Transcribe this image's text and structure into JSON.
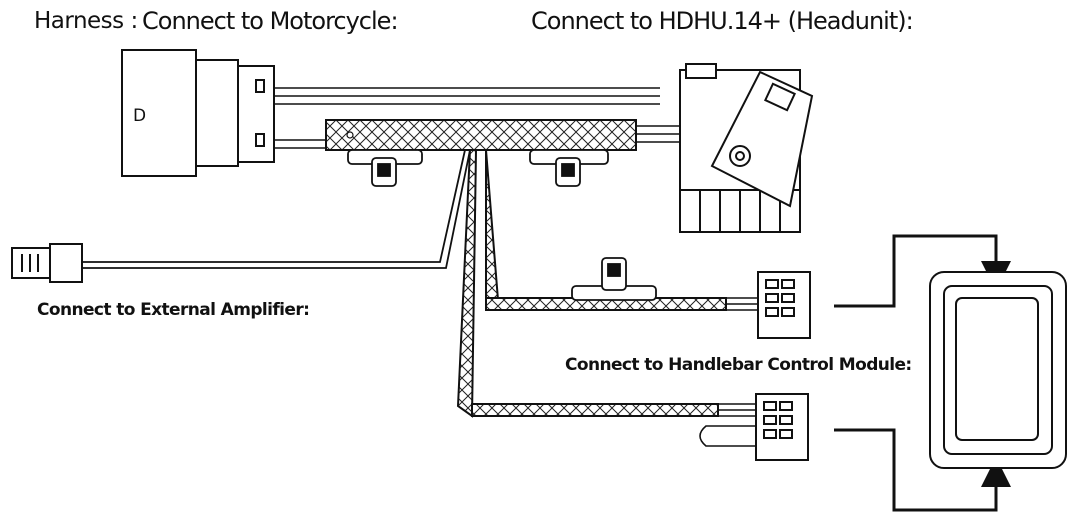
{
  "labels": {
    "harness_prefix": "Harness :",
    "motorcycle": "Connect to Motorcycle:",
    "headunit": "Connect to HDHU.14+ (Headunit):",
    "amplifier": "Connect to External Amplifier:",
    "handlebar": "Connect to Handlebar Control Module:"
  },
  "connector_marks": {
    "motorcycle_plug_letter": "D"
  },
  "colors": {
    "line": "#111111",
    "background": "#ffffff"
  }
}
